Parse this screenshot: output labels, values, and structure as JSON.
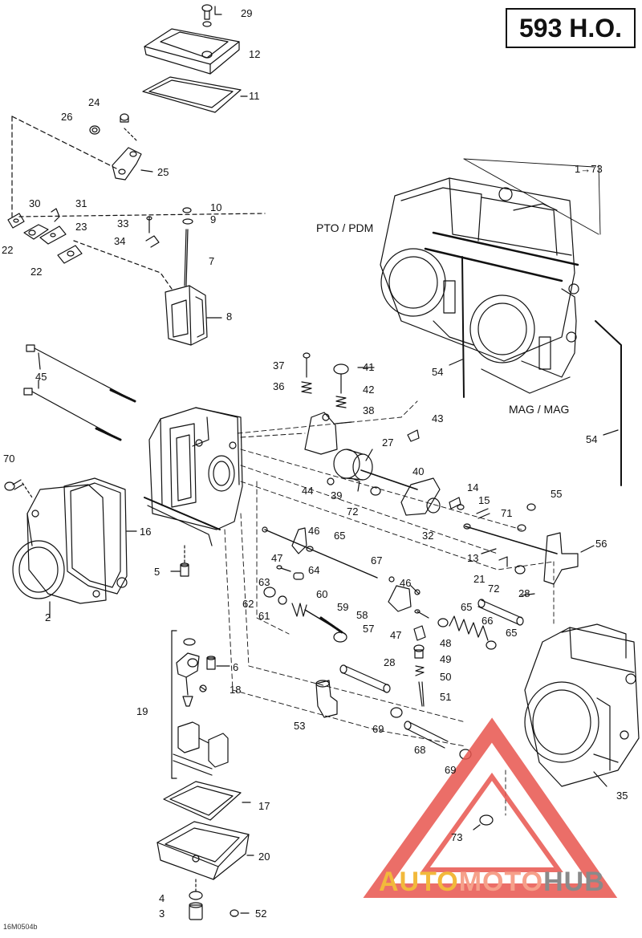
{
  "diagram": {
    "model_title": "593 H.O.",
    "drawing_code": "16M0504b",
    "side_labels": {
      "pto": "PTO / PDM",
      "mag": "MAG / MAG"
    },
    "range_label": "1→73",
    "watermark": {
      "part1": "AUTO",
      "part2": "MOTO",
      "part3": "HUB"
    },
    "callouts": [
      {
        "id": "c29",
        "text": "29"
      },
      {
        "id": "c12",
        "text": "12"
      },
      {
        "id": "c11",
        "text": "11"
      },
      {
        "id": "c24",
        "text": "24"
      },
      {
        "id": "c26",
        "text": "26"
      },
      {
        "id": "c25",
        "text": "25"
      },
      {
        "id": "c30",
        "text": "30"
      },
      {
        "id": "c31",
        "text": "31"
      },
      {
        "id": "c23",
        "text": "23"
      },
      {
        "id": "c22a",
        "text": "22"
      },
      {
        "id": "c22b",
        "text": "22"
      },
      {
        "id": "c10",
        "text": "10"
      },
      {
        "id": "c9",
        "text": "9"
      },
      {
        "id": "c33",
        "text": "33"
      },
      {
        "id": "c34",
        "text": "34"
      },
      {
        "id": "c7",
        "text": "7"
      },
      {
        "id": "c8",
        "text": "8"
      },
      {
        "id": "c37",
        "text": "37"
      },
      {
        "id": "c36",
        "text": "36"
      },
      {
        "id": "c41",
        "text": "41"
      },
      {
        "id": "c42",
        "text": "42"
      },
      {
        "id": "c38",
        "text": "38"
      },
      {
        "id": "c43",
        "text": "43"
      },
      {
        "id": "c27",
        "text": "27"
      },
      {
        "id": "c40",
        "text": "40"
      },
      {
        "id": "c44",
        "text": "44"
      },
      {
        "id": "c39",
        "text": "39"
      },
      {
        "id": "c72a",
        "text": "72"
      },
      {
        "id": "c14",
        "text": "14"
      },
      {
        "id": "c15",
        "text": "15"
      },
      {
        "id": "c71",
        "text": "71"
      },
      {
        "id": "c32",
        "text": "32"
      },
      {
        "id": "c55",
        "text": "55"
      },
      {
        "id": "c56",
        "text": "56"
      },
      {
        "id": "c13",
        "text": "13"
      },
      {
        "id": "c21",
        "text": "21"
      },
      {
        "id": "c72b",
        "text": "72"
      },
      {
        "id": "c28a",
        "text": "28"
      },
      {
        "id": "c45",
        "text": "45"
      },
      {
        "id": "c70",
        "text": "70"
      },
      {
        "id": "c16",
        "text": "16"
      },
      {
        "id": "c5",
        "text": "5"
      },
      {
        "id": "c2",
        "text": "2"
      },
      {
        "id": "c46a",
        "text": "46"
      },
      {
        "id": "c65a",
        "text": "65"
      },
      {
        "id": "c47a",
        "text": "47"
      },
      {
        "id": "c64",
        "text": "64"
      },
      {
        "id": "c67",
        "text": "67"
      },
      {
        "id": "c63",
        "text": "63"
      },
      {
        "id": "c62",
        "text": "62"
      },
      {
        "id": "c61",
        "text": "61"
      },
      {
        "id": "c60",
        "text": "60"
      },
      {
        "id": "c59",
        "text": "59"
      },
      {
        "id": "c58",
        "text": "58"
      },
      {
        "id": "c57",
        "text": "57"
      },
      {
        "id": "c46b",
        "text": "46"
      },
      {
        "id": "c47b",
        "text": "47"
      },
      {
        "id": "c65b",
        "text": "65"
      },
      {
        "id": "c66",
        "text": "66"
      },
      {
        "id": "c48",
        "text": "48"
      },
      {
        "id": "c65c",
        "text": "65"
      },
      {
        "id": "c49",
        "text": "49"
      },
      {
        "id": "c50",
        "text": "50"
      },
      {
        "id": "c51",
        "text": "51"
      },
      {
        "id": "c28b",
        "text": "28"
      },
      {
        "id": "c53",
        "text": "53"
      },
      {
        "id": "c69a",
        "text": "69"
      },
      {
        "id": "c68",
        "text": "68"
      },
      {
        "id": "c69b",
        "text": "69"
      },
      {
        "id": "c6",
        "text": "6"
      },
      {
        "id": "c18",
        "text": "18"
      },
      {
        "id": "c19",
        "text": "19"
      },
      {
        "id": "c17",
        "text": "17"
      },
      {
        "id": "c20",
        "text": "20"
      },
      {
        "id": "c4",
        "text": "4"
      },
      {
        "id": "c3",
        "text": "3"
      },
      {
        "id": "c52",
        "text": "52"
      },
      {
        "id": "c54a",
        "text": "54"
      },
      {
        "id": "c54b",
        "text": "54"
      },
      {
        "id": "c35",
        "text": "35"
      },
      {
        "id": "c73",
        "text": "73"
      }
    ]
  },
  "colors": {
    "line": "#111111",
    "watermark_red": "#e8554e",
    "watermark_orange": "#f2b93b",
    "watermark_pink": "#f6a08a",
    "watermark_gray": "#8a8a8a"
  }
}
